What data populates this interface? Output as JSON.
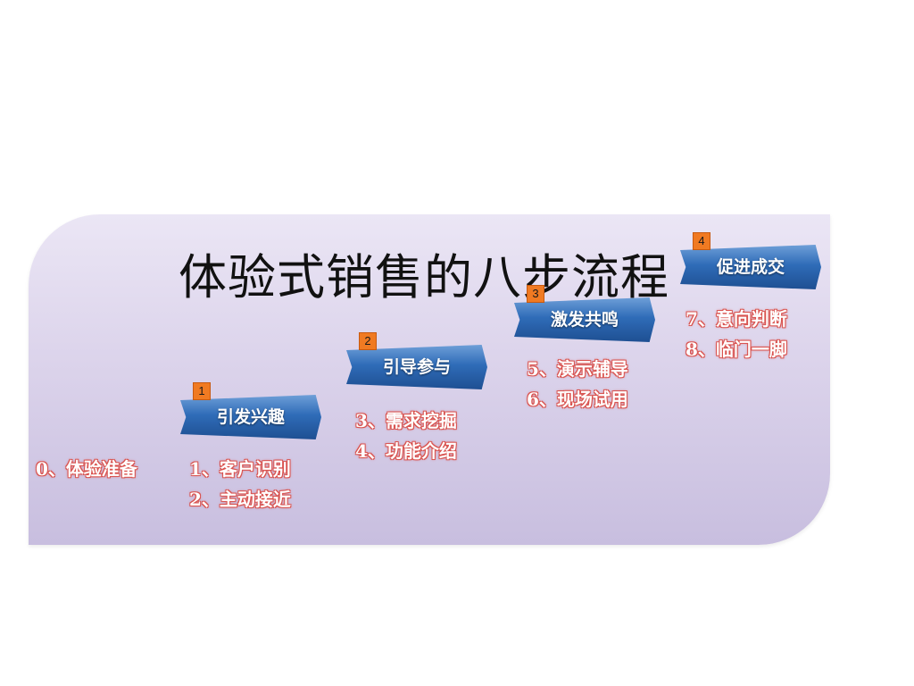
{
  "title": "体验式销售的八步流程",
  "steps": [
    {
      "number": "1",
      "label": "引发兴趣",
      "items": [
        "1、客户识别",
        "2、主动接近"
      ]
    },
    {
      "number": "2",
      "label": "引导参与",
      "items": [
        "3、需求挖掘",
        "4、功能介绍"
      ]
    },
    {
      "number": "3",
      "label": "激发共鸣",
      "items": [
        "5、演示辅导",
        "6、现场试用"
      ]
    },
    {
      "number": "4",
      "label": "促进成交",
      "items": [
        "7、意向判断",
        "8、临门一脚"
      ]
    }
  ],
  "preparation": "0、体验准备",
  "colors": {
    "banner": "#2f6cb8",
    "badge": "#f07a22",
    "substep_outline": "#d9534f",
    "panel": "#ddd5ec"
  }
}
